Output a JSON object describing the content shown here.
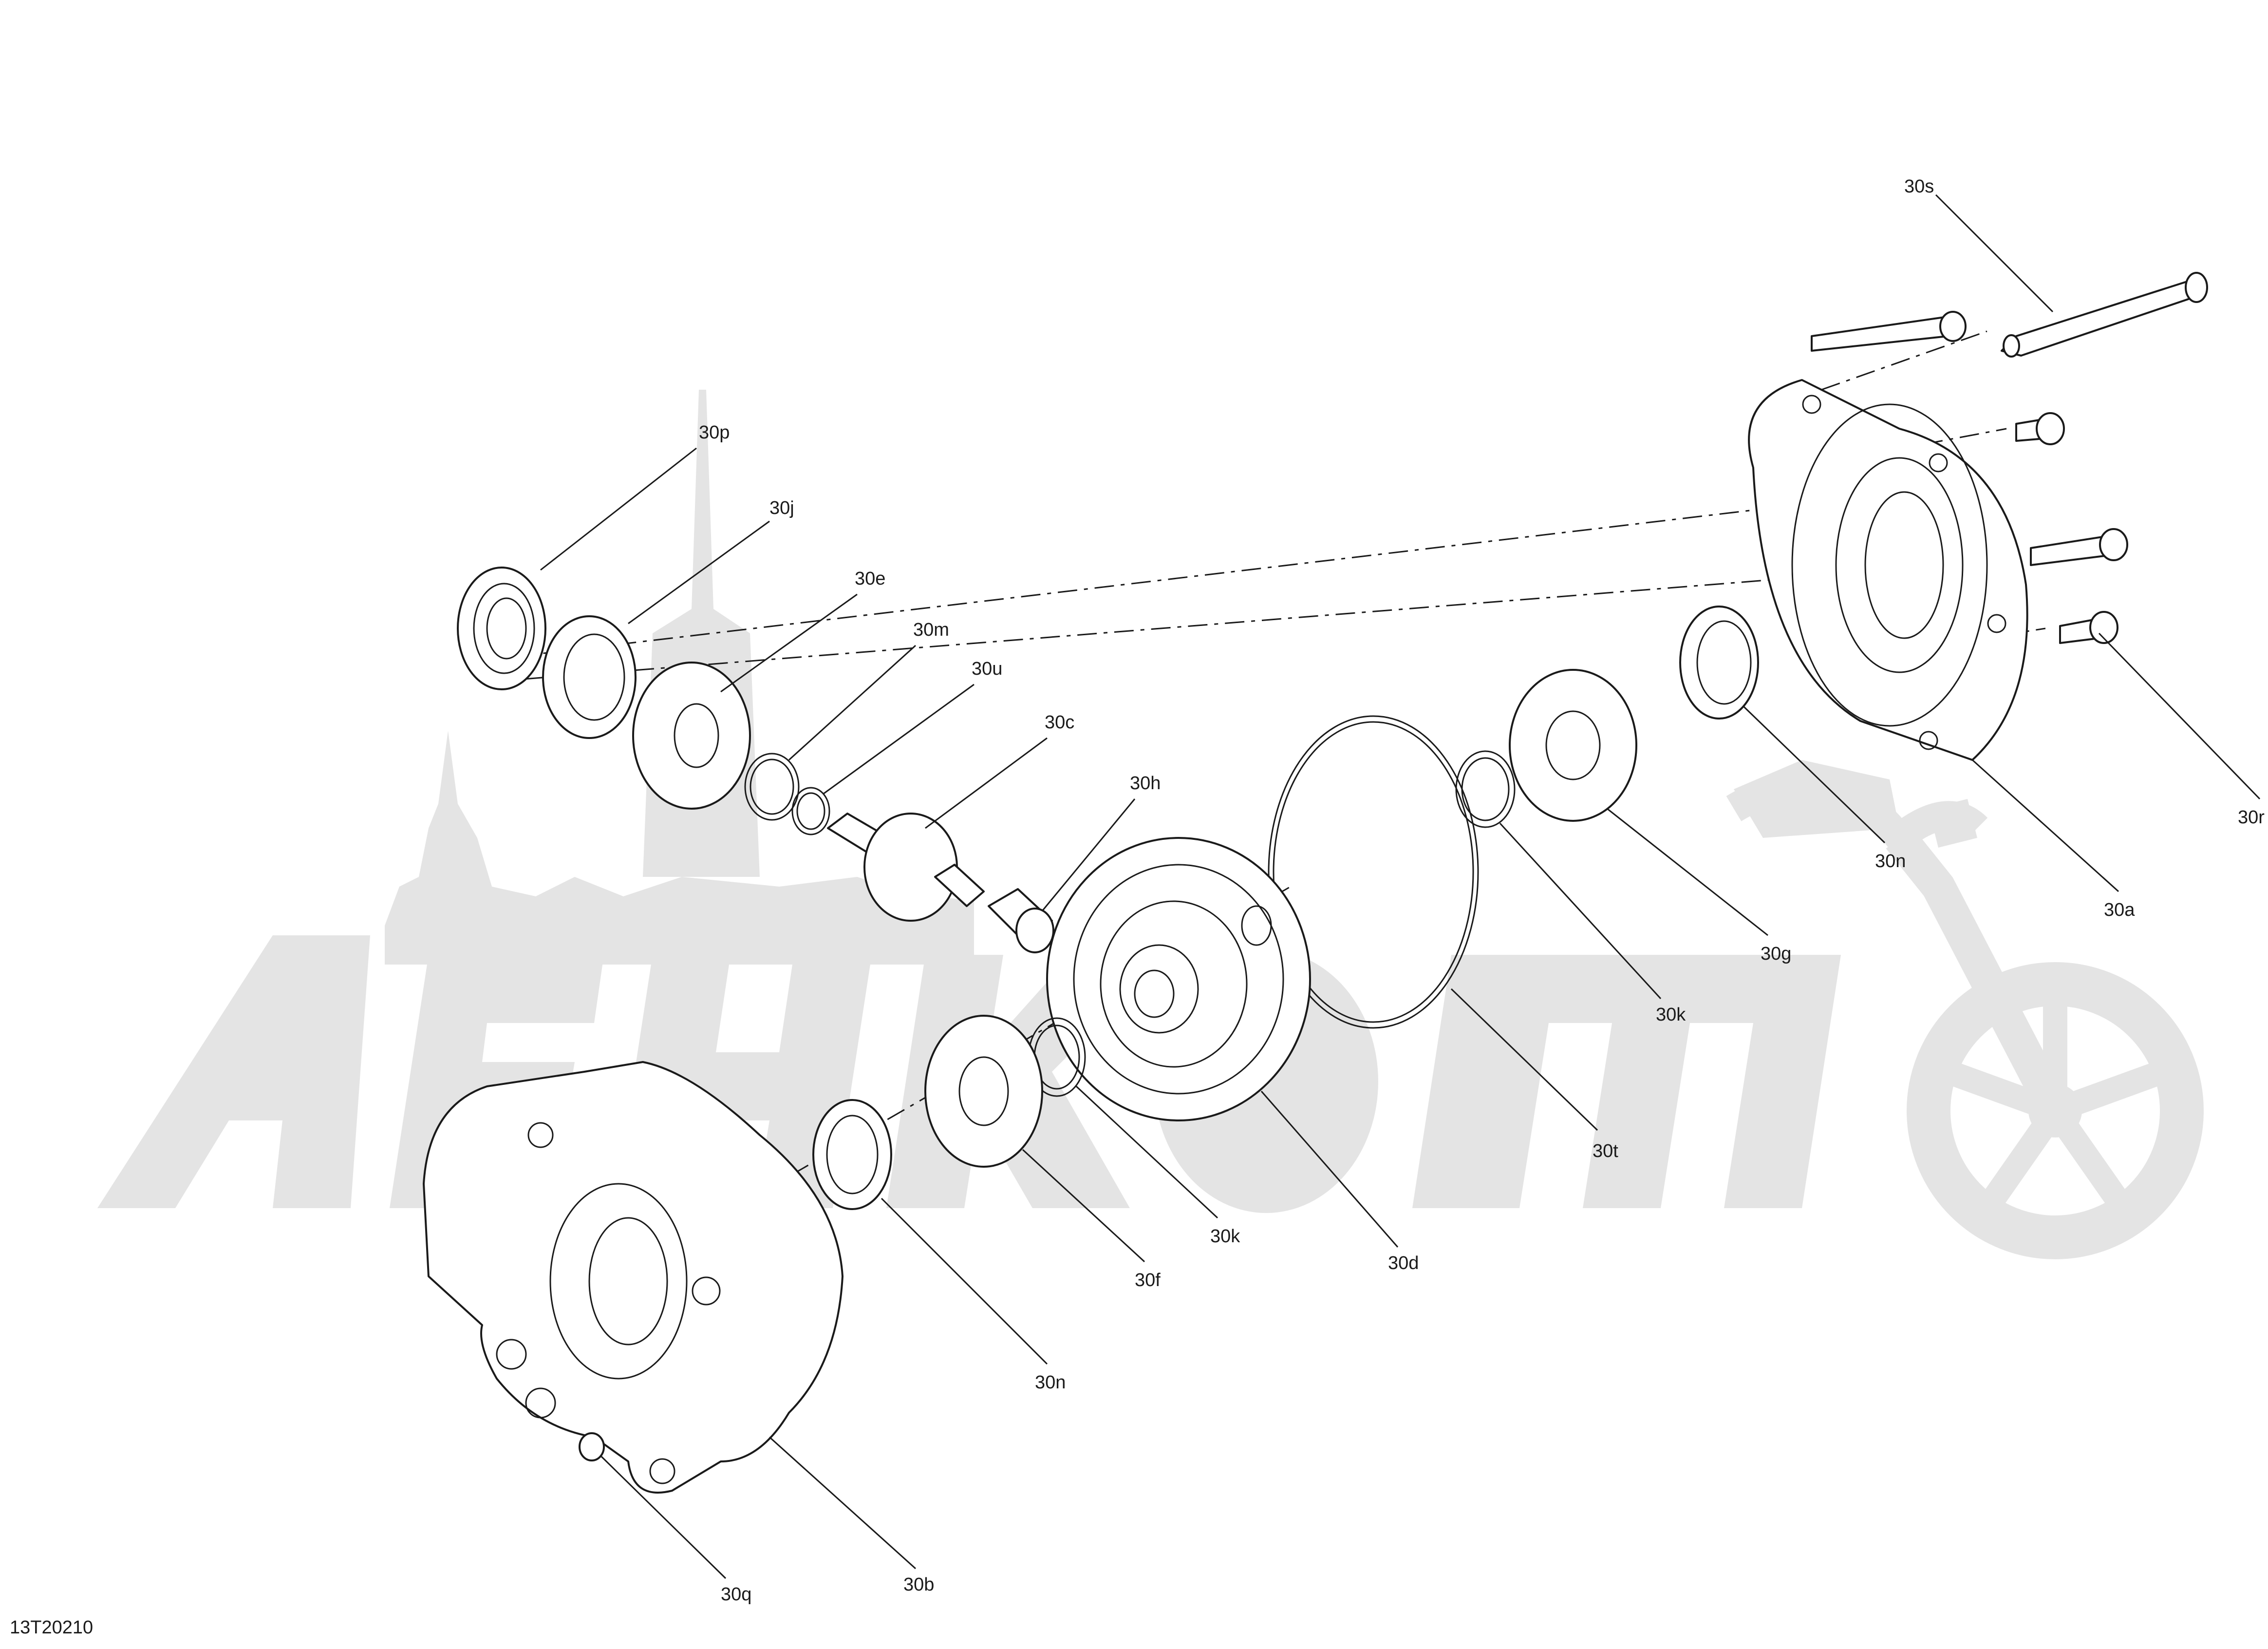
{
  "diagram_id": "13T20210",
  "callouts": [
    {
      "id": "30s",
      "label": "30s"
    },
    {
      "id": "30p",
      "label": "30p"
    },
    {
      "id": "30j",
      "label": "30j"
    },
    {
      "id": "30e",
      "label": "30e"
    },
    {
      "id": "30m",
      "label": "30m"
    },
    {
      "id": "30u",
      "label": "30u"
    },
    {
      "id": "30c",
      "label": "30c"
    },
    {
      "id": "30h",
      "label": "30h"
    },
    {
      "id": "30r",
      "label": "30r"
    },
    {
      "id": "30n_upper",
      "label": "30n"
    },
    {
      "id": "30a",
      "label": "30a"
    },
    {
      "id": "30g",
      "label": "30g"
    },
    {
      "id": "30k_upper",
      "label": "30k"
    },
    {
      "id": "30t",
      "label": "30t"
    },
    {
      "id": "30k_lower",
      "label": "30k"
    },
    {
      "id": "30f",
      "label": "30f"
    },
    {
      "id": "30d",
      "label": "30d"
    },
    {
      "id": "30n_lower",
      "label": "30n"
    },
    {
      "id": "30q",
      "label": "30q"
    },
    {
      "id": "30b",
      "label": "30b"
    }
  ],
  "colors": {
    "line": "#1a1a1a",
    "watermark": "#e4e4e4",
    "background": "#ffffff"
  }
}
